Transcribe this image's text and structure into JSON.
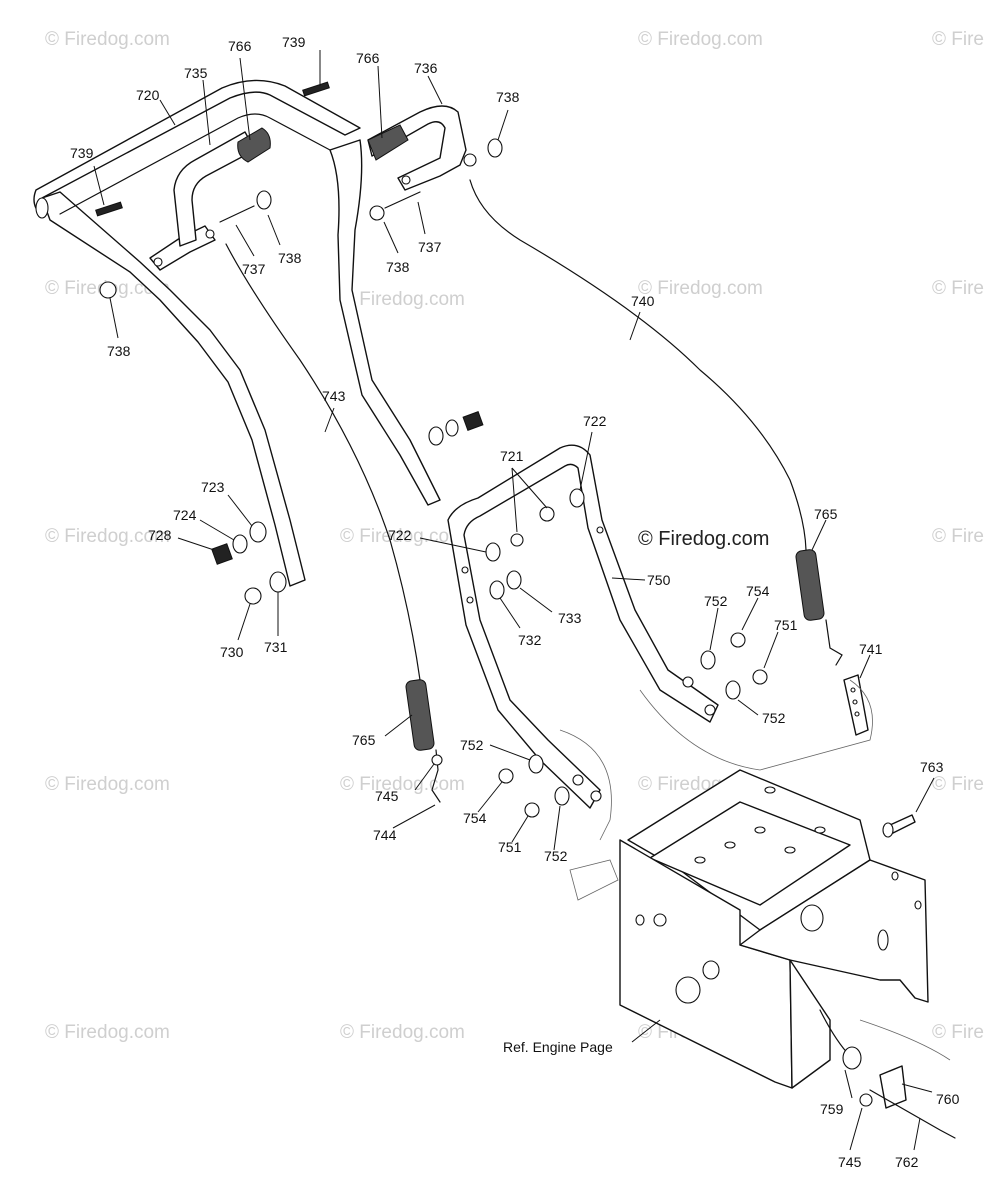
{
  "watermark": {
    "text": "© Firedog.com",
    "partial_text": "© Fire"
  },
  "copyright_label": "© Firedog.com",
  "reference_note": "Ref. Engine Page",
  "callouts": {
    "c766a": "766",
    "c766b": "766",
    "c739a": "739",
    "c739b": "739",
    "c735": "735",
    "c720": "720",
    "c736": "736",
    "c738a": "738",
    "c738b": "738",
    "c738c": "738",
    "c738d": "738",
    "c737a": "737",
    "c737b": "737",
    "c740": "740",
    "c743": "743",
    "c721": "721",
    "c722a": "722",
    "c722b": "722",
    "c723": "723",
    "c724": "724",
    "c728": "728",
    "c730": "730",
    "c731": "731",
    "c732": "732",
    "c733": "733",
    "c750": "750",
    "c752a": "752",
    "c752b": "752",
    "c752c": "752",
    "c752d": "752",
    "c754a": "754",
    "c754b": "754",
    "c751a": "751",
    "c751b": "751",
    "c741": "741",
    "c765a": "765",
    "c765b": "765",
    "c763": "763",
    "c745a": "745",
    "c745b": "745",
    "c744": "744",
    "c759": "759",
    "c760": "760",
    "c762": "762"
  },
  "colors": {
    "line": "#111111",
    "watermark": "#cfcfcf",
    "background": "#ffffff"
  }
}
